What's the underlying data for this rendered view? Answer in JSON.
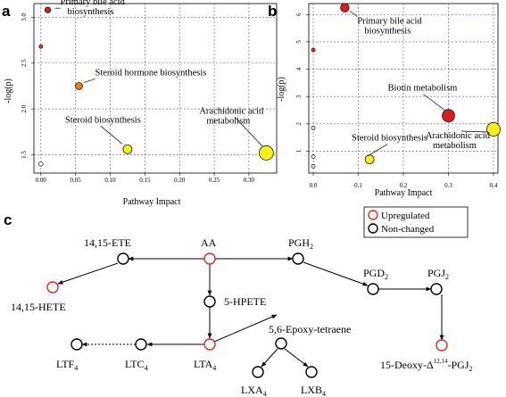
{
  "colors": {
    "grid": "#4a54b8",
    "upregulated": "#e8251b",
    "non_changed": "#000000",
    "bubble_red": "#e01b1b",
    "bubble_orange": "#f07a1c",
    "bubble_yellow": "#f6f01a",
    "bubble_pale": "#f3f0a8"
  },
  "chart_data": [
    {
      "type": "scatter",
      "panel": "a",
      "xlabel": "Pathway Impact",
      "ylabel": "-log(p)",
      "xticks": [
        "0.00",
        "0.05",
        "0.10",
        "0.15",
        "0.20",
        "0.25",
        "0.30"
      ],
      "yticks": [
        "1.5",
        "2.0",
        "2.5",
        "3.0"
      ],
      "xlim": [
        -0.01,
        0.34
      ],
      "ylim": [
        1.3,
        3.15
      ],
      "grid": true,
      "points": [
        {
          "x": 0.01,
          "y": 3.08,
          "size": 3.2,
          "color": "#e01b1b",
          "label": [
            "Primary bile acid",
            "biosynthesis"
          ]
        },
        {
          "x": 0.0,
          "y": 2.68,
          "size": 2.0,
          "color": "#e8451b",
          "label": []
        },
        {
          "x": 0.055,
          "y": 2.25,
          "size": 4.0,
          "color": "#f07a1c",
          "label": [
            "Steroid hormone biosynthesis"
          ]
        },
        {
          "x": 0.125,
          "y": 1.56,
          "size": 5.0,
          "color": "#f6f01a",
          "label": [
            "Steroid biosynthesis"
          ]
        },
        {
          "x": 0.325,
          "y": 1.52,
          "size": 8.0,
          "color": "#f6f01a",
          "label": [
            "Arachidonic acid",
            "metabolism"
          ]
        },
        {
          "x": 0.0,
          "y": 1.4,
          "size": 2.4,
          "color": "#ffffff",
          "label": []
        }
      ]
    },
    {
      "type": "scatter",
      "panel": "b",
      "xlabel": "Pathway Impact",
      "ylabel": "-log(p)",
      "xticks": [
        "0.0",
        "0.1",
        "0.2",
        "0.3",
        "0.4"
      ],
      "yticks": [
        "1",
        "2",
        "3",
        "4",
        "5",
        "6"
      ],
      "xlim": [
        -0.01,
        0.41
      ],
      "ylim": [
        0.2,
        6.4
      ],
      "grid": true,
      "points": [
        {
          "x": 0.07,
          "y": 6.25,
          "size": 4.8,
          "color": "#e01b1b",
          "label": [
            "Primary bile acid",
            "biosynthesis"
          ]
        },
        {
          "x": 0.0,
          "y": 4.7,
          "size": 2.0,
          "color": "#e8451b",
          "label": []
        },
        {
          "x": 0.3,
          "y": 2.3,
          "size": 7.0,
          "color": "#e01b1b",
          "label": [
            "Biotin metabolism"
          ]
        },
        {
          "x": 0.0,
          "y": 1.85,
          "size": 2.0,
          "color": "#f3f0a8",
          "label": []
        },
        {
          "x": 0.4,
          "y": 1.8,
          "size": 7.6,
          "color": "#f6f01a",
          "label": [
            "Arachidonic acid",
            "metabolism"
          ]
        },
        {
          "x": 0.125,
          "y": 0.7,
          "size": 5.0,
          "color": "#f6f01a",
          "label": [
            "Steroid biosynthesis"
          ]
        },
        {
          "x": 0.0,
          "y": 0.8,
          "size": 2.0,
          "color": "#ffffff",
          "label": []
        },
        {
          "x": 0.0,
          "y": 0.45,
          "size": 2.0,
          "color": "#ffffff",
          "label": []
        }
      ]
    }
  ],
  "panels": {
    "a": "a",
    "b": "b",
    "c": "c"
  },
  "legend": {
    "upregulated": "Upregulated",
    "non_changed": "Non-changed"
  },
  "pathway": {
    "nodes": {
      "ete": "14,15-ETE",
      "aa": "AA",
      "pgh2": "PGH",
      "pgh2_sub": "2",
      "hete": "14,15-HETE",
      "hpete": "5-HPETE",
      "pgd2": "PGD",
      "pgd2_sub": "2",
      "pgj2": "PGJ",
      "pgj2_sub": "2",
      "epoxy": "5,6-Epoxy-tetraene",
      "ltf4": "LTF",
      "ltf4_sub": "4",
      "ltc4": "LTC",
      "ltc4_sub": "4",
      "lta4": "LTA",
      "lta4_sub": "4",
      "lxa4": "LXA",
      "lxa4_sub": "4",
      "lxb4": "LXB",
      "lxb4_sub": "4",
      "deoxy_a": "15-Deoxy-",
      "deoxy_delta": "Δ",
      "deoxy_sup": "12,14",
      "deoxy_b": "-PGJ",
      "deoxy_sub": "2"
    }
  }
}
